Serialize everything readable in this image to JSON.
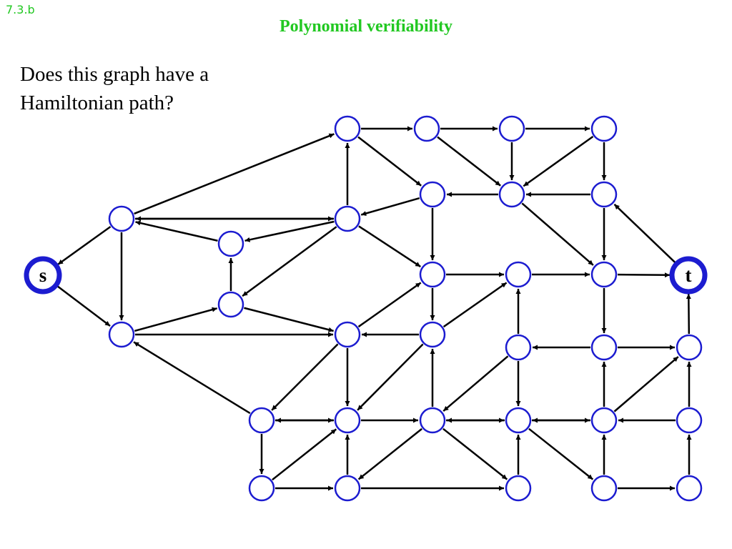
{
  "slide": {
    "number": "7.3.b",
    "title": "Polynomial verifiability"
  },
  "question": {
    "line1": "Does this graph have a",
    "line2": "Hamiltonian path?"
  },
  "colors": {
    "accent": "#22c822",
    "node_stroke": "#1c1cd0",
    "edge": "#000000",
    "text": "#000000"
  },
  "graph": {
    "nodes": [
      {
        "id": "s",
        "label": "s",
        "terminal": true
      },
      {
        "id": "t",
        "label": "t",
        "terminal": true
      },
      {
        "id": "a1",
        "label": ""
      },
      {
        "id": "a2",
        "label": ""
      },
      {
        "id": "a3",
        "label": ""
      },
      {
        "id": "a4",
        "label": ""
      },
      {
        "id": "b1",
        "label": ""
      },
      {
        "id": "b2",
        "label": ""
      },
      {
        "id": "b3",
        "label": ""
      },
      {
        "id": "c1",
        "label": ""
      },
      {
        "id": "c2",
        "label": ""
      },
      {
        "id": "c3",
        "label": ""
      },
      {
        "id": "d1",
        "label": ""
      },
      {
        "id": "d2",
        "label": ""
      },
      {
        "id": "d3",
        "label": ""
      },
      {
        "id": "d4",
        "label": ""
      },
      {
        "id": "d5",
        "label": ""
      },
      {
        "id": "e1",
        "label": ""
      },
      {
        "id": "e2",
        "label": ""
      },
      {
        "id": "e3",
        "label": ""
      },
      {
        "id": "f1",
        "label": ""
      },
      {
        "id": "f2",
        "label": ""
      },
      {
        "id": "f3",
        "label": ""
      },
      {
        "id": "f4",
        "label": ""
      },
      {
        "id": "f5",
        "label": ""
      },
      {
        "id": "g1",
        "label": ""
      },
      {
        "id": "g2",
        "label": ""
      },
      {
        "id": "g3",
        "label": ""
      },
      {
        "id": "g4",
        "label": ""
      },
      {
        "id": "g5",
        "label": ""
      },
      {
        "id": "g6",
        "label": ""
      },
      {
        "id": "h1",
        "label": ""
      },
      {
        "id": "h2",
        "label": ""
      },
      {
        "id": "h3",
        "label": ""
      },
      {
        "id": "h4",
        "label": ""
      },
      {
        "id": "h5",
        "label": ""
      }
    ],
    "edges": [
      [
        "a1",
        "a2"
      ],
      [
        "a2",
        "a3"
      ],
      [
        "a3",
        "a4"
      ],
      [
        "a1",
        "b1"
      ],
      [
        "a2",
        "b2"
      ],
      [
        "a3",
        "b2"
      ],
      [
        "a4",
        "b2"
      ],
      [
        "a4",
        "b3"
      ],
      [
        "b2",
        "b1"
      ],
      [
        "b3",
        "b2"
      ],
      [
        "c1",
        "a1"
      ],
      [
        "c1",
        "c3"
      ],
      [
        "c1",
        "s"
      ],
      [
        "c1",
        "d1"
      ],
      [
        "c3",
        "b1"
      ],
      [
        "c3",
        "c1"
      ],
      [
        "c2",
        "c1"
      ],
      [
        "c3",
        "c2"
      ],
      [
        "c3",
        "d3"
      ],
      [
        "c3",
        "d4"
      ],
      [
        "d4",
        "c2"
      ],
      [
        "d1",
        "d4"
      ],
      [
        "d4",
        "e1"
      ],
      [
        "d1",
        "e1"
      ],
      [
        "s",
        "d1"
      ],
      [
        "b1",
        "d3"
      ],
      [
        "b2",
        "d5"
      ],
      [
        "b3",
        "b1"
      ],
      [
        "d3",
        "d2"
      ],
      [
        "d2",
        "d5"
      ],
      [
        "d5",
        "t"
      ],
      [
        "t",
        "b3"
      ],
      [
        "d3",
        "e2"
      ],
      [
        "e2",
        "e1"
      ],
      [
        "e2",
        "d2"
      ],
      [
        "e1",
        "d2"
      ],
      [
        "d5",
        "e3"
      ],
      [
        "d5",
        "b3"
      ],
      [
        "e1",
        "f2"
      ],
      [
        "e2",
        "f2"
      ],
      [
        "f1",
        "d1"
      ],
      [
        "e1",
        "f1"
      ],
      [
        "f2",
        "f1"
      ],
      [
        "f1",
        "f2"
      ],
      [
        "f2",
        "f3"
      ],
      [
        "f3",
        "e2"
      ],
      [
        "f3",
        "f4"
      ],
      [
        "f4",
        "f3"
      ],
      [
        "f4",
        "d2"
      ],
      [
        "f4",
        "e3"
      ],
      [
        "e3",
        "f5"
      ],
      [
        "e3",
        "f4"
      ],
      [
        "f5",
        "f4"
      ],
      [
        "f5",
        "e3"
      ],
      [
        "f5",
        "t"
      ],
      [
        "f4",
        "e5"
      ],
      [
        "e5",
        "d4"
      ],
      [
        "g1",
        "f2"
      ],
      [
        "g1",
        "g4"
      ],
      [
        "g2",
        "g1"
      ],
      [
        "g2",
        "f3"
      ],
      [
        "g2",
        "g3"
      ],
      [
        "g3",
        "g2"
      ],
      [
        "g3",
        "f4"
      ],
      [
        "g4",
        "g5"
      ],
      [
        "g5",
        "h1"
      ],
      [
        "f1",
        "g1"
      ]
    ]
  }
}
